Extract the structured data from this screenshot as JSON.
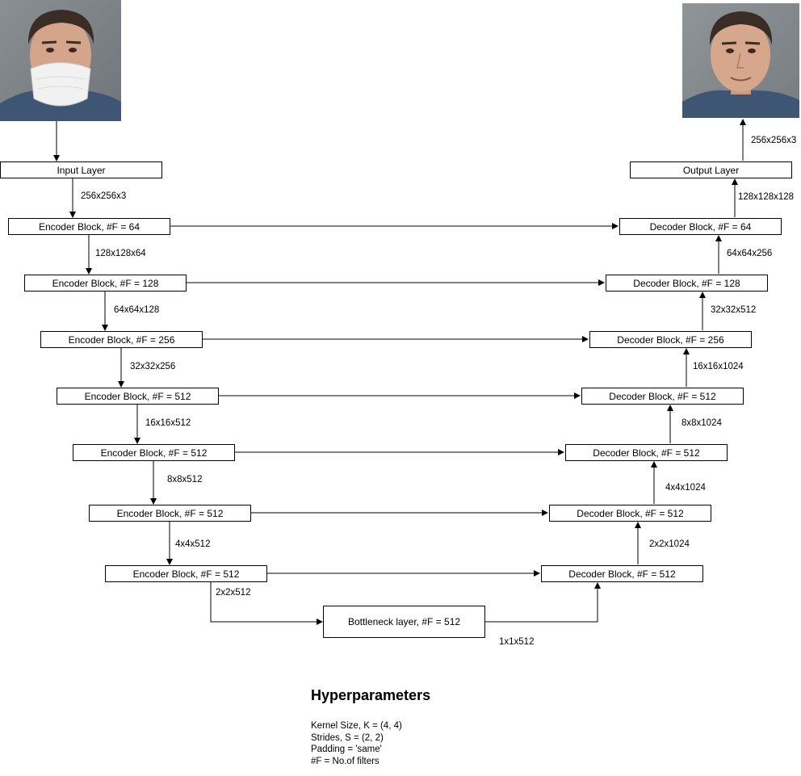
{
  "input_layer": "Input Layer",
  "output_layer": "Output Layer",
  "bottleneck": "Bottleneck layer, #F = 512",
  "encoder": [
    {
      "label": "Encoder Block, #F = 64"
    },
    {
      "label": "Encoder Block, #F = 128"
    },
    {
      "label": "Encoder Block, #F = 256"
    },
    {
      "label": "Encoder Block, #F = 512"
    },
    {
      "label": "Encoder Block, #F = 512"
    },
    {
      "label": "Encoder Block, #F = 512"
    },
    {
      "label": "Encoder Block, #F = 512"
    }
  ],
  "decoder": [
    {
      "label": "Decoder Block, #F = 64"
    },
    {
      "label": "Decoder Block, #F = 128"
    },
    {
      "label": "Decoder Block, #F = 256"
    },
    {
      "label": "Decoder Block, #F = 512"
    },
    {
      "label": "Decoder Block, #F = 512"
    },
    {
      "label": "Decoder Block, #F = 512"
    },
    {
      "label": "Decoder Block, #F = 512"
    }
  ],
  "encoder_shapes": [
    "256x256x3",
    "128x128x64",
    "64x64x128",
    "32x32x256",
    "16x16x512",
    "8x8x512",
    "4x4x512",
    "2x2x512"
  ],
  "bottleneck_shape": "1x1x512",
  "decoder_shapes": [
    "2x2x1024",
    "4x4x1024",
    "8x8x1024",
    "16x16x1024",
    "32x32x512",
    "64x64x256",
    "128x128x128",
    "256x256x3"
  ],
  "hyperparameters": {
    "title": "Hyperparameters",
    "lines": [
      "Kernel Size, K = (4, 4)",
      "Strides, S = (2, 2)",
      "Padding = 'same'",
      "#F = No.of filters"
    ]
  },
  "images": {
    "input": "masked-face-photo",
    "output": "unmasked-face-photo"
  }
}
